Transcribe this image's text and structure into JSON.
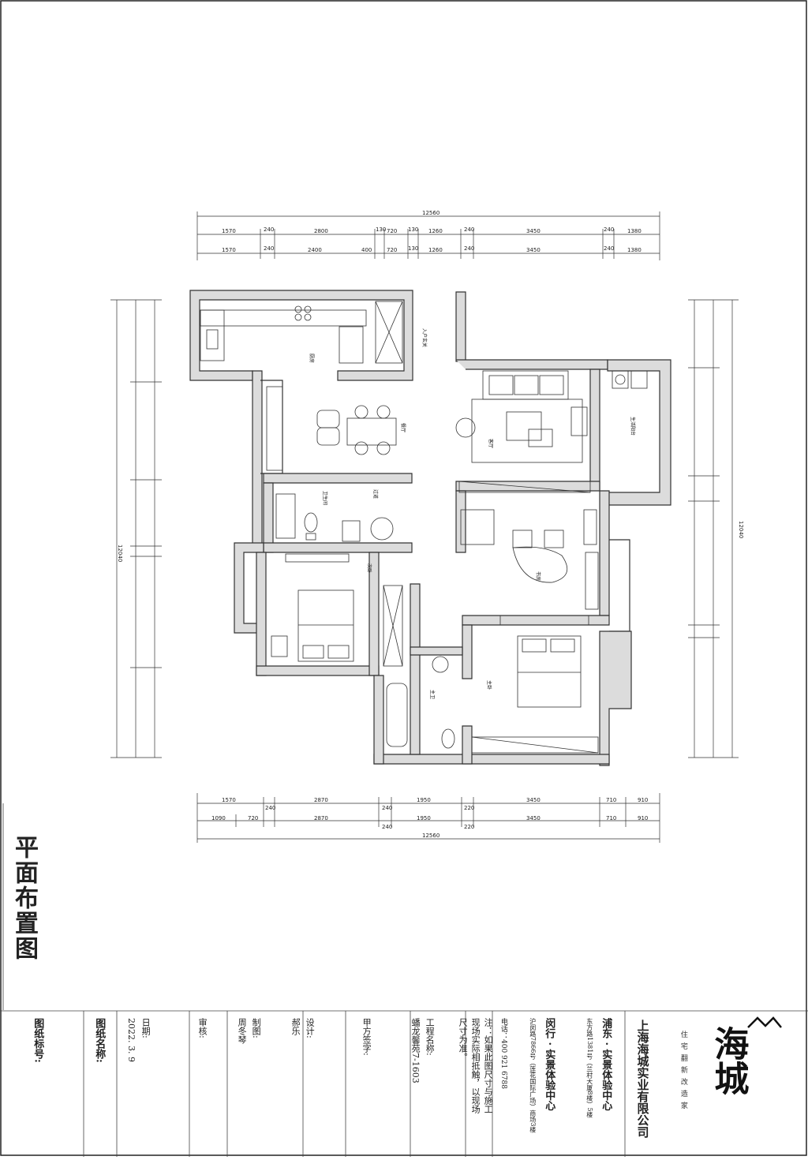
{
  "title": "平面布置图",
  "dimensions": {
    "top_total": "12560",
    "top_row1": [
      "1570",
      "240",
      "2800",
      "130",
      "720",
      "130",
      "1260",
      "240",
      "3450",
      "240",
      "1380"
    ],
    "top_row2": [
      "1570",
      "240",
      "2400",
      "400",
      "720",
      "130",
      "1260",
      "240",
      "3450",
      "240",
      "1380"
    ],
    "bottom_row1": [
      "1570",
      "240",
      "2870",
      "240",
      "1950",
      "220",
      "3450",
      "710",
      "910"
    ],
    "bottom_row2": [
      "1090",
      "720",
      "2870",
      "240",
      "1950",
      "220",
      "3450",
      "710",
      "910"
    ],
    "bottom_total": "12560",
    "left_total": "12040",
    "right_total": "12040"
  },
  "rooms": {
    "kitchen": "厨房",
    "entry": "入户玄关",
    "dining": "餐厅",
    "living": "客厅",
    "balcony": "生活阳台",
    "aisle": "过道",
    "bathroom": "卫生间",
    "second_bedroom": "次卧",
    "study": "书房",
    "master_bath": "主卫",
    "master_bedroom": "主卧"
  },
  "title_block": {
    "drawing_no_label": "图纸标号:",
    "drawing_name_label": "图纸名称:",
    "date_label": "日期:",
    "date_value": "2022. 3. 9",
    "review_label": "审核:",
    "drafter_label": "制图:",
    "drafter_value": "周冬琴",
    "design_label": "设计:",
    "design_value": "郝乐",
    "client_sign_label": "甲方签字:",
    "project_label": "工程名称:",
    "project_value": "蟠龙馨苑7-1603",
    "note_line1": "注：如果此图尺寸与施工",
    "note_line2": "现场实际相抵触，以现场",
    "note_line3": "尺寸为准。",
    "phone": "电话：400 921 6788",
    "minhang_center": "闵行 · 实景体验中心",
    "minhang_address": "沪闵路7866号（莲花国际广场）商场3楼",
    "pudong_center": "浦东 · 实景体验中心",
    "pudong_address": "东方路1381号（兰村大厦8楼）5楼",
    "company": "上海海城实业有限公司",
    "logo": "海城",
    "slogan": "住宅翻新改造家"
  }
}
